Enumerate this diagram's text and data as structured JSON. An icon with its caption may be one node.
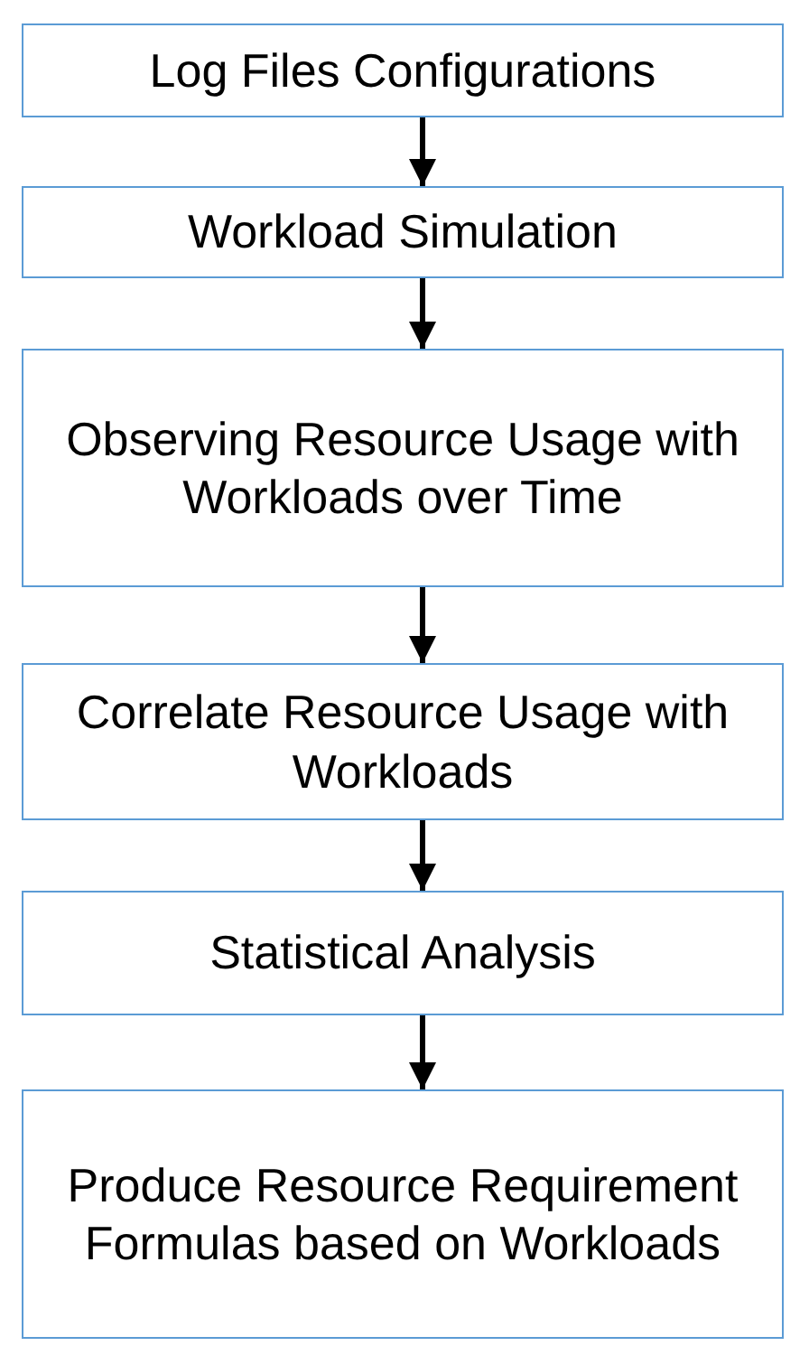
{
  "diagram": {
    "nodes": [
      {
        "text": [
          "Log Files Configurations"
        ]
      },
      {
        "text": [
          "Workload Simulation"
        ]
      },
      {
        "text": [
          "Observing Resource Usage with Workloads over Time"
        ]
      },
      {
        "text": [
          "Correlate Resource Usage with Workloads"
        ]
      },
      {
        "text": [
          "Statistical Analysis"
        ]
      },
      {
        "text": [
          "Produce Resource Requirement Formulas based on Workloads"
        ]
      }
    ],
    "edges": [
      {
        "from": 0,
        "to": 1,
        "arrow": "to"
      },
      {
        "from": 1,
        "to": 2,
        "arrow": "to"
      },
      {
        "from": 2,
        "to": 3,
        "arrow": "to"
      },
      {
        "from": 3,
        "to": 4,
        "arrow": "to"
      },
      {
        "from": 4,
        "to": 5,
        "arrow": "to"
      }
    ]
  }
}
